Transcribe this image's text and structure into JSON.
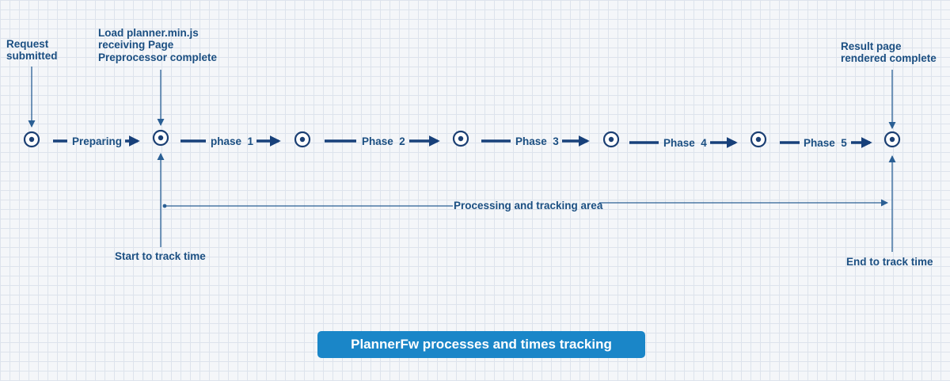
{
  "labels": {
    "request_submitted": [
      "Request",
      "submitted"
    ],
    "load_planner": [
      "Load planner.min.js",
      "receiving Page",
      "Preprocessor complete"
    ],
    "result_page": [
      "Result page",
      "rendered complete"
    ],
    "start_track": "Start to track time",
    "end_track": "End to track time",
    "processing_area": "Processing and tracking area"
  },
  "phases": [
    {
      "label": "Preparing"
    },
    {
      "label": "phase  1"
    },
    {
      "label": "Phase  2"
    },
    {
      "label": "Phase  3"
    },
    {
      "label": "Phase  4"
    },
    {
      "label": "Phase  5"
    }
  ],
  "legend": {
    "title": "PlannerFw processes and times tracking"
  },
  "colors": {
    "line": "#17407a",
    "text": "#1b4f82",
    "legend_bg": "#1a86c8"
  }
}
